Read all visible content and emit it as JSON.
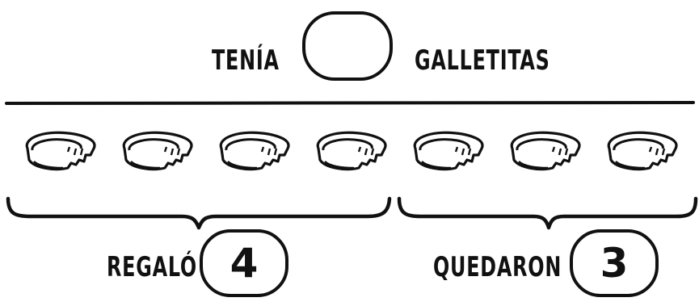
{
  "header": {
    "prefix_label": "TENÍA",
    "answer_value": "",
    "suffix_label": "GALLETITAS"
  },
  "cookies": {
    "count": 7,
    "icon": "bitten-cookie-icon"
  },
  "groups": [
    {
      "label": "REGALÓ",
      "value": "4",
      "cookie_count": 4
    },
    {
      "label": "QUEDARON",
      "value": "3",
      "cookie_count": 3
    }
  ],
  "colors": {
    "ink": "#111111",
    "background": "#ffffff"
  }
}
